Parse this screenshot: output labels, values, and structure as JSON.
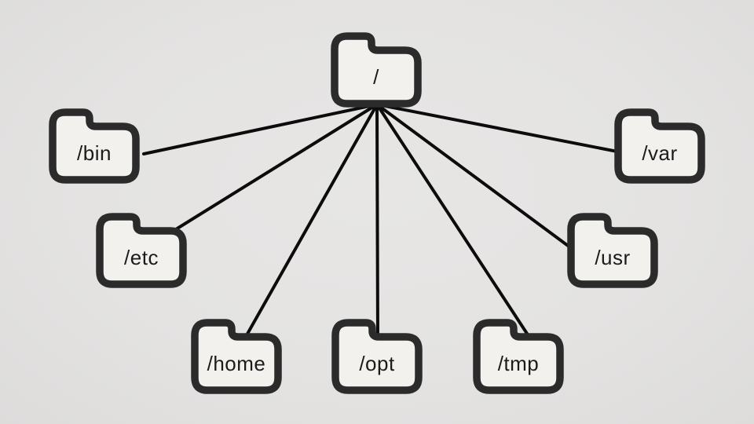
{
  "diagram": {
    "description": "Linux filesystem root directory tree diagram",
    "background_color": "#e4e3e2",
    "folder_fill_color": "#f2f1ee",
    "folder_stroke_color": "#2b2b2b",
    "connector_color": "#0c0c0c",
    "label_color": "#1b1b1b"
  },
  "nodes": {
    "root": {
      "label": "/"
    },
    "bin": {
      "label": "/bin"
    },
    "etc": {
      "label": "/etc"
    },
    "home": {
      "label": "/home"
    },
    "opt": {
      "label": "/opt"
    },
    "tmp": {
      "label": "/tmp"
    },
    "usr": {
      "label": "/usr"
    },
    "var": {
      "label": "/var"
    }
  },
  "tree": {
    "root": "/",
    "children": [
      "/bin",
      "/etc",
      "/home",
      "/opt",
      "/tmp",
      "/usr",
      "/var"
    ]
  },
  "edges": [
    {
      "from": "/",
      "to": "/bin"
    },
    {
      "from": "/",
      "to": "/etc"
    },
    {
      "from": "/",
      "to": "/home"
    },
    {
      "from": "/",
      "to": "/opt"
    },
    {
      "from": "/",
      "to": "/tmp"
    },
    {
      "from": "/",
      "to": "/usr"
    },
    {
      "from": "/",
      "to": "/var"
    }
  ]
}
